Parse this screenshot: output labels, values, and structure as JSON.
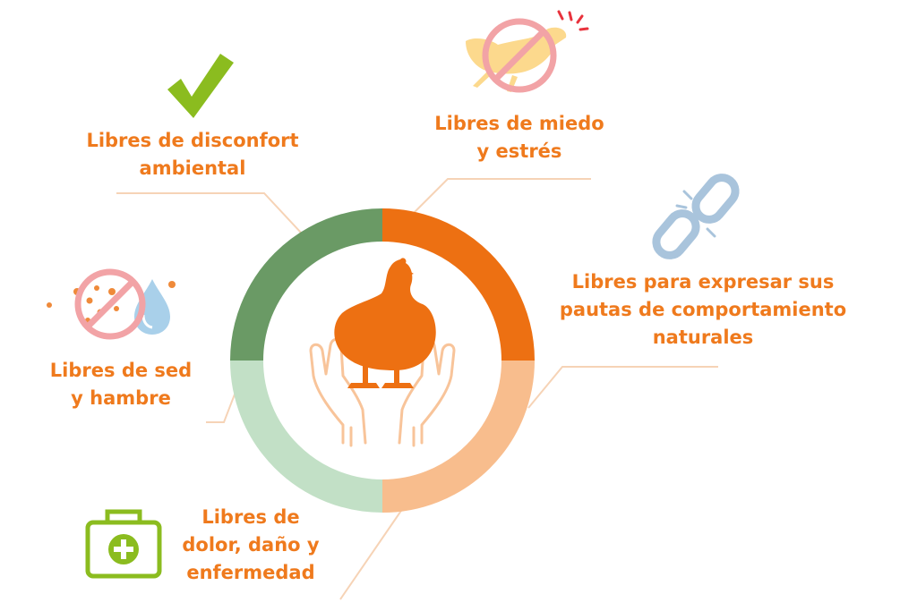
{
  "colors": {
    "text_orange": "#ef7a1d",
    "segment_dark_green": "#6a9a65",
    "segment_orange": "#ed7012",
    "segment_light_orange": "#f8bd8d",
    "segment_light_green": "#c2e0c6",
    "hands_outline": "#f8c49a",
    "connector_line": "#f6d3b6",
    "check_green": "#8bbc1f",
    "prohibit_pink": "#f2a3a6",
    "chicken_yellow": "#fcd98d",
    "chain_blue": "#a9c4dc",
    "water_blue": "#a9d0ea",
    "alert_red": "#e8323c"
  },
  "freedoms": [
    {
      "id": "disconfort",
      "lines": [
        "Libres de disconfort",
        "ambiental"
      ],
      "icon": "checkmark-icon"
    },
    {
      "id": "miedo",
      "lines": [
        "Libres de miedo",
        "y estrés"
      ],
      "icon": "no-fear-chicken-icon"
    },
    {
      "id": "expresar",
      "lines": [
        "Libres para expresar sus",
        "pautas de comportamiento",
        "naturales"
      ],
      "icon": "broken-chain-icon"
    },
    {
      "id": "sed",
      "lines": [
        "Libres de sed",
        "y hambre"
      ],
      "icon": "no-food-water-icon"
    },
    {
      "id": "dolor",
      "lines": [
        "Libres de",
        "dolor, daño y",
        "enfermedad"
      ],
      "icon": "first-aid-kit-icon"
    }
  ],
  "center": {
    "icon": "chicken-in-hands-icon"
  }
}
